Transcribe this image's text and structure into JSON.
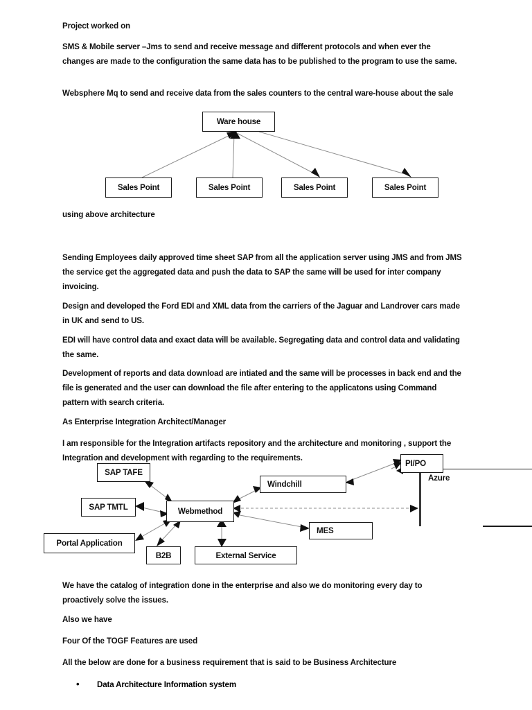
{
  "document": {
    "title": "Project worked on",
    "paragraphs": [
      {
        "id": "p-heading",
        "text": "Project worked on"
      },
      {
        "id": "p-sms",
        "text": "SMS & Mobile server –Jms to send and receive message and different  protocols and when ever the changes are made to the configuration the same data has to be published to the program to use the same."
      },
      {
        "id": "p-websphere",
        "text": "Websphere Mq to send and receive data from the sales counters to the central ware-house about the sale"
      },
      {
        "id": "p-using-above",
        "text": "using above architecture"
      },
      {
        "id": "p-timesheet",
        "text": "Sending Employees daily approved time sheet SAP from all the application server using JMS and from JMS the service get the aggregated data and push the data to SAP the same will be used for inter company invoicing."
      },
      {
        "id": "p-ford-edi",
        "text": "Design and developed the Ford EDI and XML data from the carriers of the Jaguar and Landrover cars made in UK and send to US."
      },
      {
        "id": "p-edi-control",
        "text": "EDI will have control data and exact data will be available. Segregating data and control data and validating the same."
      },
      {
        "id": "p-reports",
        "text": "Development of reports and data download are intiated and the same will be processes in back end and the file is generated and the user can download the file after entering to the applicatons using Command pattern  with search criteria."
      },
      {
        "id": "p-role",
        "text": "As Enterprise Integration Architect/Manager"
      },
      {
        "id": "p-responsible",
        "text": "I am responsible for the Integration artifacts repository and the architecture  and monitoring , support the Integration and development with regarding to the requirements."
      },
      {
        "id": "p-catalog",
        "text": "We have the catalog of integration done in the enterprise and also we do monitoring every day to proactively solve the issues."
      },
      {
        "id": "p-also",
        "text": "Also we have"
      },
      {
        "id": "p-togf",
        "text": "Four Of the TOGF Features are used"
      },
      {
        "id": "p-business-arch",
        "text": "All the below are done for  a business requirement that is said to be Business Architecture"
      }
    ],
    "bullets": [
      {
        "marker": "•",
        "text": "Data Architecture Information system"
      }
    ]
  },
  "diagram_warehouse": {
    "name": "warehouse-sales-point-diagram",
    "nodes": [
      {
        "id": "warehouse",
        "label": "Ware house"
      },
      {
        "id": "sales-point-1",
        "label": "Sales Point"
      },
      {
        "id": "sales-point-2",
        "label": "Sales Point"
      },
      {
        "id": "sales-point-3",
        "label": "Sales Point"
      },
      {
        "id": "sales-point-4",
        "label": "Sales Point"
      }
    ],
    "edges": [
      {
        "from": "sales-point-1",
        "to": "warehouse"
      },
      {
        "from": "sales-point-2",
        "to": "warehouse"
      },
      {
        "from": "warehouse",
        "to": "sales-point-3"
      },
      {
        "from": "warehouse",
        "to": "sales-point-4"
      }
    ]
  },
  "diagram_integration": {
    "name": "integration-architecture-diagram",
    "nodes": [
      {
        "id": "sap-tafe",
        "label": "SAP TAFE"
      },
      {
        "id": "sap-tmtl",
        "label": "SAP TMTL"
      },
      {
        "id": "portal-application",
        "label": "Portal Application"
      },
      {
        "id": "b2b",
        "label": "B2B"
      },
      {
        "id": "external-service",
        "label": "External Service"
      },
      {
        "id": "webmethod",
        "label": "Webmethod"
      },
      {
        "id": "windchill",
        "label": "Windchill"
      },
      {
        "id": "mes",
        "label": "MES"
      },
      {
        "id": "pi-po",
        "label": "PI/PO"
      },
      {
        "id": "azure",
        "label": "Azure"
      }
    ],
    "edges": [
      {
        "from": "webmethod",
        "to": "sap-tafe",
        "bidirectional": true
      },
      {
        "from": "webmethod",
        "to": "sap-tmtl",
        "bidirectional": true
      },
      {
        "from": "webmethod",
        "to": "portal-application",
        "bidirectional": true
      },
      {
        "from": "webmethod",
        "to": "b2b",
        "bidirectional": true
      },
      {
        "from": "webmethod",
        "to": "external-service",
        "bidirectional": true
      },
      {
        "from": "webmethod",
        "to": "windchill",
        "bidirectional": true
      },
      {
        "from": "webmethod",
        "to": "mes",
        "bidirectional": false
      },
      {
        "from": "windchill",
        "to": "pi-po",
        "bidirectional": true
      },
      {
        "from": "webmethod",
        "to": "azure",
        "bidirectional": true
      },
      {
        "from": "pi-po",
        "to": "azure",
        "bidirectional": true
      }
    ]
  },
  "colors": {
    "text": "#111111",
    "box_border": "#1a1a1a",
    "wire": "#8d8d8d",
    "arrowhead": "#111111",
    "page_background": "#ffffff"
  }
}
